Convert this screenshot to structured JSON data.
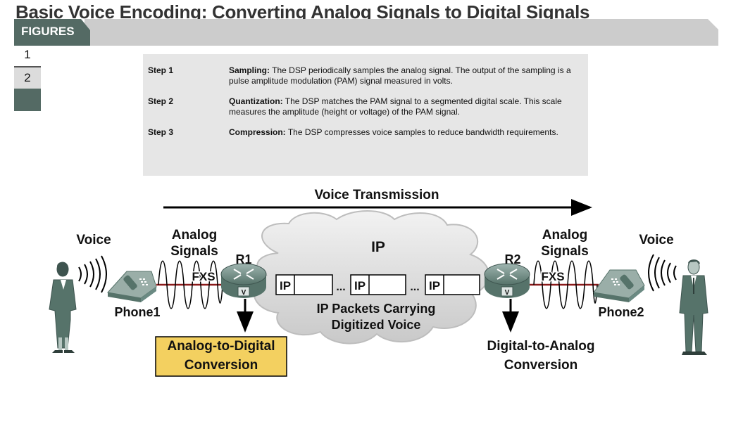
{
  "title": "Basic Voice Encoding: Converting Analog Signals to Digital Signals",
  "figures_label": "FIGURES",
  "figure_numbers": [
    "1",
    "2"
  ],
  "steps": [
    {
      "label": "Step 1",
      "heading": "Sampling:",
      "text": "The DSP periodically samples the analog signal. The output of the sampling is a pulse amplitude modulation (PAM) signal measured in volts."
    },
    {
      "label": "Step 2",
      "heading": "Quantization:",
      "text": "The DSP matches the PAM signal to a segmented digital scale. This scale measures the amplitude (height or voltage) of the PAM signal."
    },
    {
      "label": "Step 3",
      "heading": "Compression:",
      "text": "The DSP compresses voice samples to reduce bandwidth requirements."
    }
  ],
  "diagram": {
    "transmission_label": "Voice Transmission",
    "voice_left": "Voice",
    "voice_right": "Voice",
    "analog_left": [
      "Analog",
      "Signals"
    ],
    "analog_right": [
      "Analog",
      "Signals"
    ],
    "fxs_left": "FXS",
    "fxs_right": "FXS",
    "router_left": "R1",
    "router_right": "R2",
    "router_badge": "V",
    "phone_left": "Phone1",
    "phone_right": "Phone2",
    "cloud_label": "IP",
    "packet_label": "IP",
    "ellipsis": "...",
    "cloud_caption": [
      "IP Packets Carrying",
      "Digitized Voice"
    ],
    "conversion_left": [
      "Analog-to-Digital",
      "Conversion"
    ],
    "conversion_right": [
      "Digital-to-Analog",
      "Conversion"
    ]
  },
  "colors": {
    "banner": "#546a64",
    "banner_light": "#cccccc",
    "step_box": "#e6e6e6",
    "highlight_box": "#f3d060",
    "person": "#56736a",
    "router": "#6b8a83",
    "link": "#8b1a1a",
    "cloud": "#d8d8d8"
  }
}
